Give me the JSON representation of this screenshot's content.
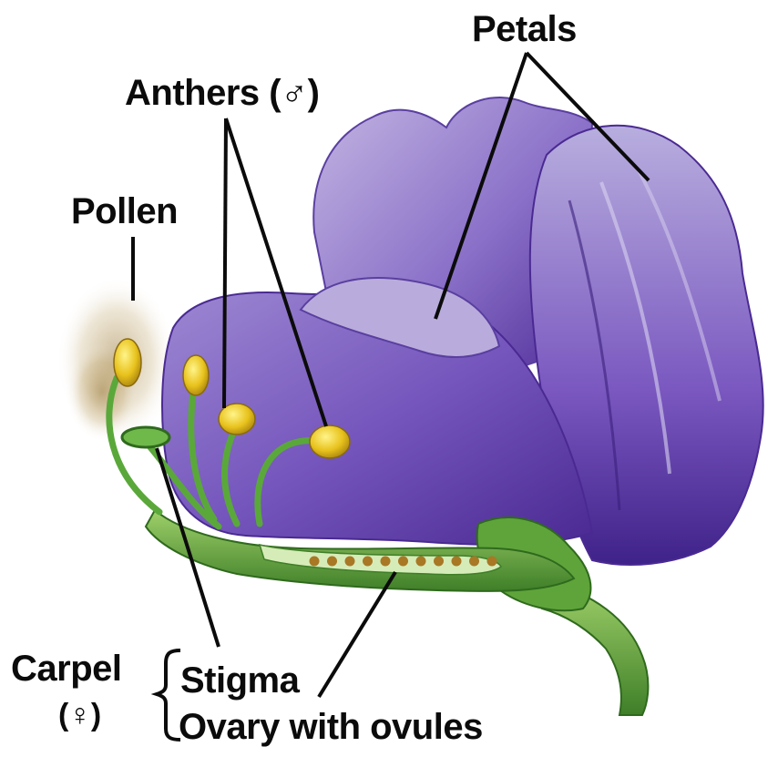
{
  "labels": {
    "petals": "Petals",
    "anthers": "Anthers (♂)",
    "pollen": "Pollen",
    "carpel": "Carpel",
    "carpel_symbol": "(♀)",
    "stigma": "Stigma",
    "ovary": "Ovary with ovules"
  },
  "colors": {
    "petal_light": "#b3a4d8",
    "petal_mid": "#7c5fbe",
    "petal_dark": "#4b2a93",
    "stem_green": "#4f9a34",
    "stem_light": "#9fd06a",
    "anther_yellow": "#e8c21c",
    "pollen_brown": "#9a7a3a",
    "ovule_brown": "#a87825",
    "leader_line": "#0b0b0b"
  },
  "ovule_count": 11
}
